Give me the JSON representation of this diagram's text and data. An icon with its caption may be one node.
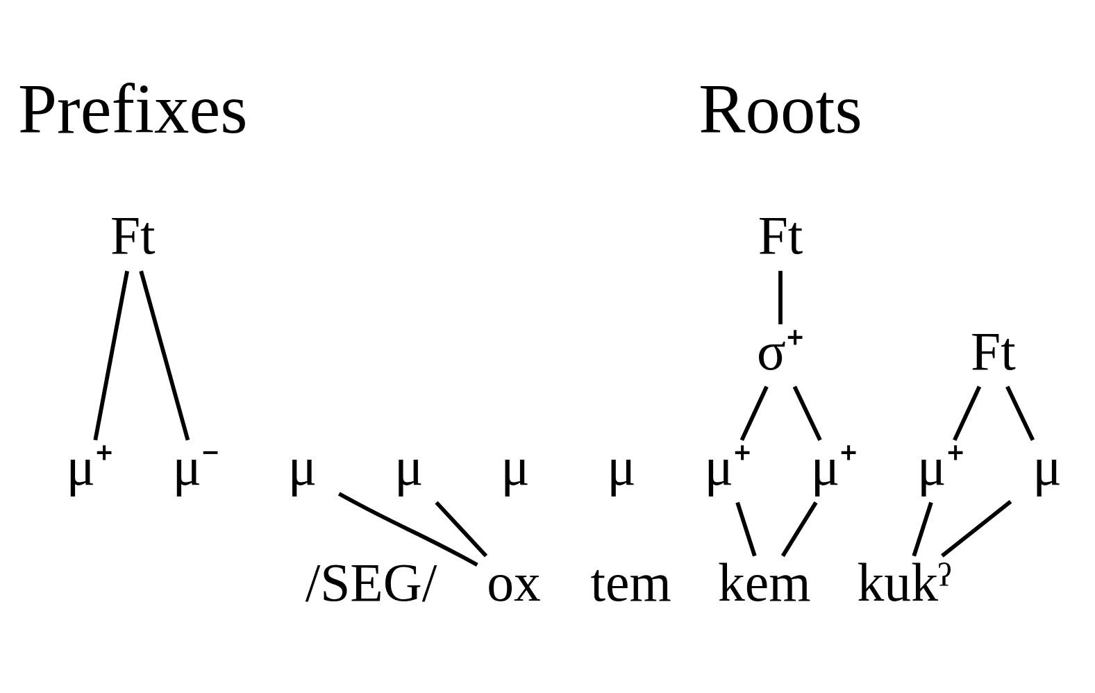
{
  "diagram": {
    "nodes": [
      {
        "text": [
          "Ft"
        ]
      },
      {
        "text": [
          "μ⁺"
        ]
      },
      {
        "text": [
          "μ⁻"
        ]
      },
      {
        "text": [
          "/SEG/"
        ]
      },
      {
        "text": [
          "μ"
        ]
      },
      {
        "text": [
          "μ"
        ]
      },
      {
        "text": [
          "ox"
        ]
      },
      {
        "text": [
          "μ"
        ]
      },
      {
        "text": [
          "μ"
        ]
      },
      {
        "text": [
          "tem"
        ]
      },
      {
        "text": [
          "Ft"
        ]
      },
      {
        "text": [
          "σ⁺"
        ]
      },
      {
        "text": [
          "μ⁺"
        ]
      },
      {
        "text": [
          "μ⁺"
        ]
      },
      {
        "text": [
          "kem"
        ]
      },
      {
        "text": [
          "Ft"
        ]
      },
      {
        "text": [
          "μ⁺"
        ]
      },
      {
        "text": [
          "μ"
        ]
      },
      {
        "text": [
          "kukˀ"
        ]
      }
    ],
    "edges": [
      {
        "from": 0,
        "to": 1,
        "arrow": "none"
      },
      {
        "from": 0,
        "to": 2,
        "arrow": "none"
      },
      {
        "from": 4,
        "to": 6,
        "arrow": "none"
      },
      {
        "from": 5,
        "to": 6,
        "arrow": "none"
      },
      {
        "from": 10,
        "to": 11,
        "arrow": "none"
      },
      {
        "from": 11,
        "to": 12,
        "arrow": "none"
      },
      {
        "from": 11,
        "to": 13,
        "arrow": "none"
      },
      {
        "from": 12,
        "to": 14,
        "arrow": "none"
      },
      {
        "from": 13,
        "to": 14,
        "arrow": "none"
      },
      {
        "from": 15,
        "to": 16,
        "arrow": "none"
      },
      {
        "from": 15,
        "to": 17,
        "arrow": "none"
      },
      {
        "from": 16,
        "to": 18,
        "arrow": "none"
      },
      {
        "from": 17,
        "to": 18,
        "arrow": "none"
      }
    ],
    "labels": [
      "Prefixes",
      "Roots"
    ]
  }
}
